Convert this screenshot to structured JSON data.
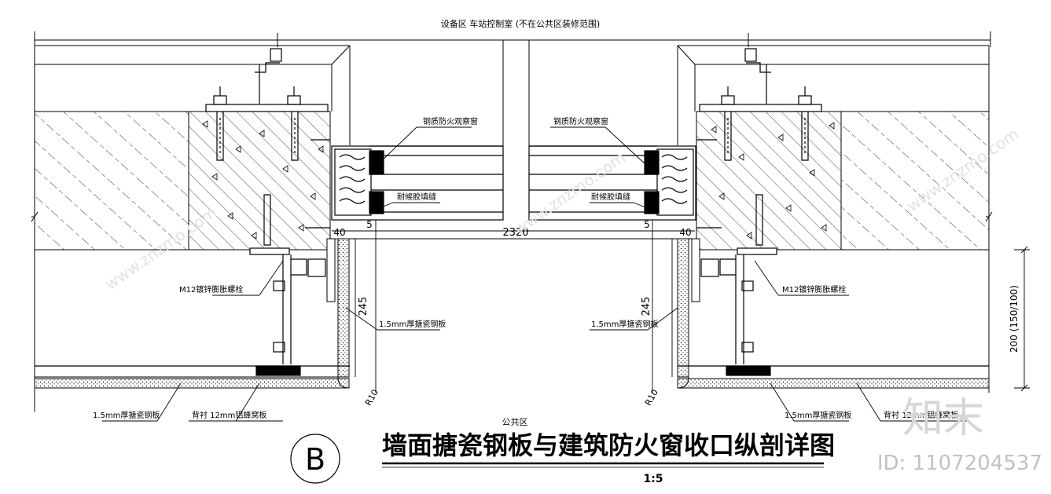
{
  "header": {
    "zone_label": "设备区   车站控制室 (不在公共区装修范围)"
  },
  "public_zone_label": "公共区",
  "annotations": {
    "fire_window_left": "钢质防火观察窗",
    "fire_window_right": "钢质防火观察窗",
    "sealant_left": "耐候胶填缝",
    "sealant_right": "耐候胶填缝",
    "anchor_bolt_left": "M12镀锌膨胀螺栓",
    "anchor_bolt_right": "M12镀锌膨胀螺栓",
    "steel_plate_left": "1.5mm厚搪瓷钢板",
    "steel_plate_right": "1.5mm厚搪瓷钢板",
    "bottom_plate_left": "1.5mm厚搪瓷钢板",
    "bottom_plate_right": "1.5mm厚搪瓷钢板",
    "backing_left": "背衬 12mm铝蜂窝板",
    "backing_right": "背衬 12mm铝蜂窝板"
  },
  "dimensions": {
    "width_total": "2320",
    "dim_40_left": "40",
    "dim_5_left": "5",
    "dim_5_right": "5",
    "dim_40_right": "40",
    "height_245_left": "245",
    "height_245_right": "245",
    "radius_left": "R10",
    "radius_right": "R10",
    "side_dim": "200 (150/100)"
  },
  "title": {
    "section_mark": "B",
    "main": "墙面搪瓷钢板与建筑防火窗收口纵剖详图",
    "scale": "1:5"
  },
  "watermark": {
    "logo": "知末",
    "id_text": "ID: 1107204537",
    "url": "www.znzmo.com"
  }
}
